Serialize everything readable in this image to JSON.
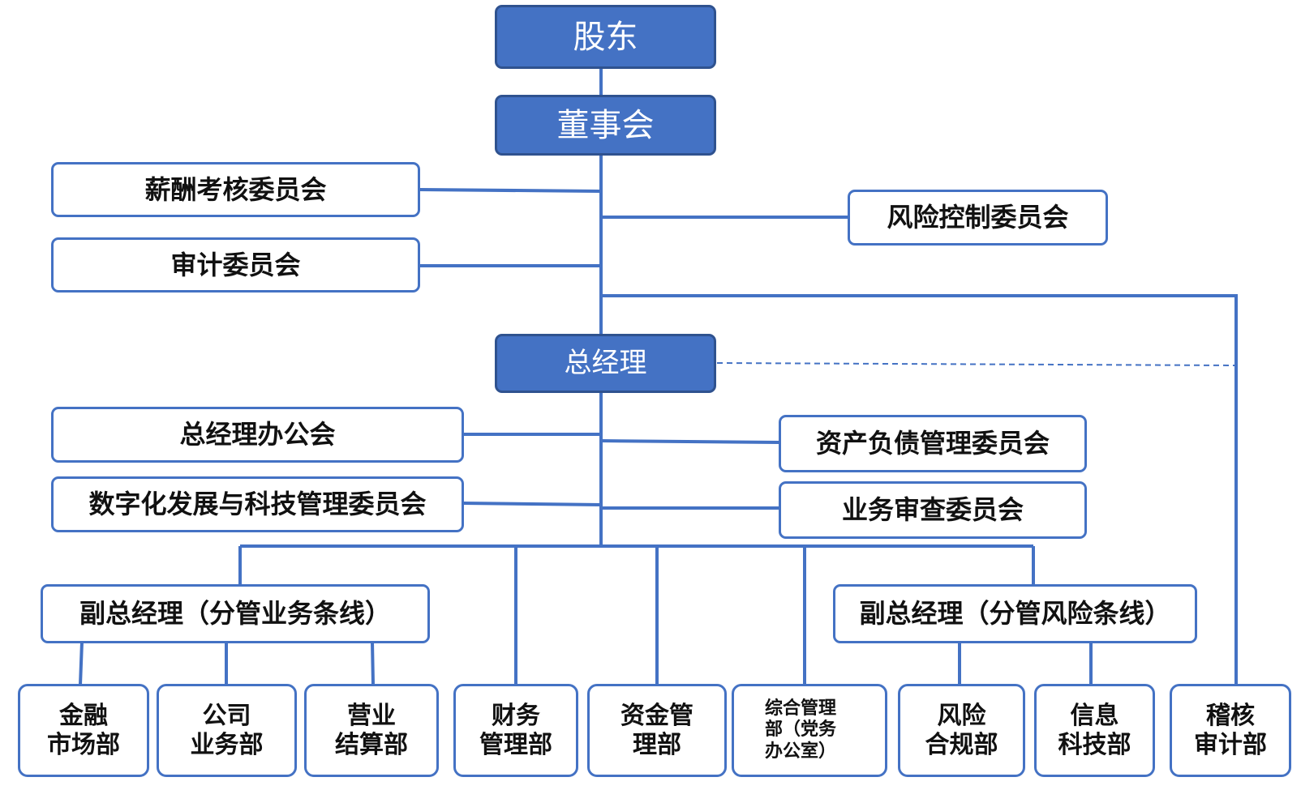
{
  "colors": {
    "primary": "#4472c4",
    "primary_border": "#2f528f",
    "line": "#4472c4"
  },
  "top": {
    "shareholders": "股东",
    "board": "董事会",
    "gm": "总经理"
  },
  "board_committees": {
    "compensation": "薪酬考核委员会",
    "audit": "审计委员会",
    "risk_control": "风险控制委员会"
  },
  "gm_committees": {
    "office_meeting": "总经理办公会",
    "digital_tech": "数字化发展与科技管理委员会",
    "asset_liability": "资产负债管理委员会",
    "business_review": "业务审查委员会"
  },
  "deputies": {
    "business_line": "副总经理（分管业务条线）",
    "risk_line": "副总经理（分管风险条线）"
  },
  "departments": {
    "financial_markets": "金融\n市场部",
    "corporate_business": "公司\n业务部",
    "business_settlement": "营业\n结算部",
    "finance": "财务\n管理部",
    "fund_management": "资金管\n理部",
    "general_management": "综合管理\n部（党务\n办公室）",
    "risk_compliance": "风险\n合规部",
    "info_tech": "信息\n科技部",
    "audit_dept": "稽核\n审计部"
  }
}
